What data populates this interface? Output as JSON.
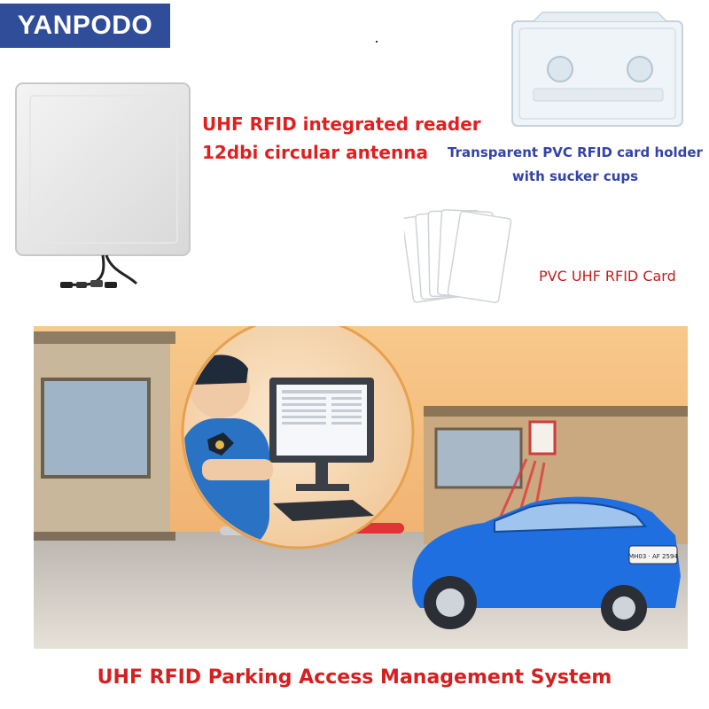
{
  "brand": {
    "name": "YANPODO",
    "color": "#2f4d99"
  },
  "reader": {
    "line1": "UHF RFID integrated reader",
    "line2": "12dbi circular antenna",
    "icon": "rfid-reader-antenna"
  },
  "holder": {
    "line1": "Transparent PVC RFID card holder",
    "line2": "with sucker cups",
    "icon": "card-holder"
  },
  "card": {
    "label": "PVC UHF RFID Card",
    "icon": "rfid-cards"
  },
  "scene": {
    "icon": "parking-access-scene",
    "plate": "MH03 · AF 2594"
  },
  "footer": {
    "title": "UHF RFID Parking Access Management System"
  },
  "colors": {
    "title_red": "#e02020",
    "label_blue": "#3343a8",
    "car_blue": "#1f6fe0",
    "sky": "#f2b06a"
  }
}
